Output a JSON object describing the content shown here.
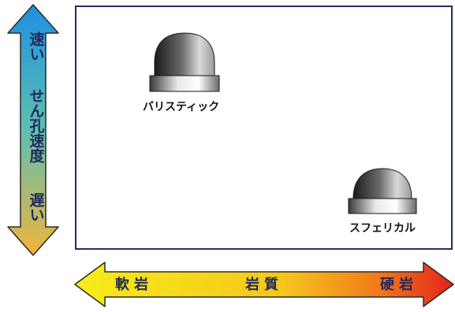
{
  "vertical_axis": {
    "top_label": "速い",
    "middle_label": "せん孔速度",
    "bottom_label": "遅い",
    "gradient_colors": [
      "#1f8fe0",
      "#5fbfb0",
      "#f2b43a"
    ]
  },
  "horizontal_axis": {
    "left_label": "軟岩",
    "middle_label": "岩質",
    "right_label": "硬岩",
    "gradient_colors": [
      "#f7ec1a",
      "#f5a81c",
      "#e2231a"
    ]
  },
  "bits": [
    {
      "name": "バリスティック",
      "shape": "ballistic"
    },
    {
      "name": "スフェリカル",
      "shape": "spherical"
    }
  ],
  "colors": {
    "frame": "#1e2d6b",
    "arrow_outline": "#2a2a2a"
  }
}
